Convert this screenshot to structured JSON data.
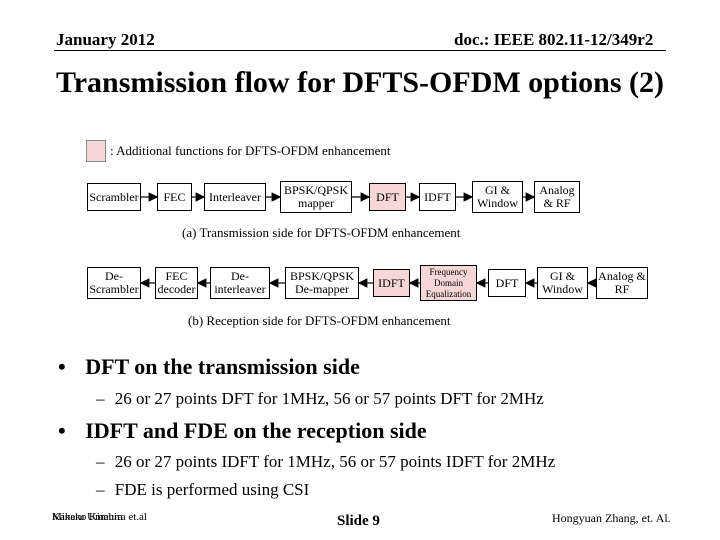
{
  "header": {
    "date": "January 2012",
    "doc": "doc.: IEEE 802.11-12/349r2"
  },
  "title": "Transmission flow for DFTS-OFDM options (2)",
  "legend": {
    "text": ": Additional functions for DFTS-OFDM enhancement",
    "color": "#f7d6d6"
  },
  "tx_chain": {
    "blocks": [
      {
        "label": "Scrambler",
        "highlight": false
      },
      {
        "label": "FEC",
        "highlight": false
      },
      {
        "label": "Interleaver",
        "highlight": false
      },
      {
        "label": "BPSK/QPSK mapper",
        "highlight": false
      },
      {
        "label": "DFT",
        "highlight": true
      },
      {
        "label": "IDFT",
        "highlight": false
      },
      {
        "label": "GI & Window",
        "highlight": false
      },
      {
        "label": "Analog & RF",
        "highlight": false
      }
    ],
    "caption": "(a) Transmission side for DFTS-OFDM enhancement"
  },
  "rx_chain": {
    "blocks": [
      {
        "label": "De-Scrambler",
        "highlight": false
      },
      {
        "label": "FEC decoder",
        "highlight": false
      },
      {
        "label": "De-interleaver",
        "highlight": false
      },
      {
        "label": "BPSK/QPSK De-mapper",
        "highlight": false
      },
      {
        "label": "IDFT",
        "highlight": true
      },
      {
        "label": "Frequency Domain Equalization",
        "highlight": true
      },
      {
        "label": "DFT",
        "highlight": false
      },
      {
        "label": "GI & Window",
        "highlight": false
      },
      {
        "label": "Analog & RF",
        "highlight": false
      }
    ],
    "caption": "(b) Reception side for DFTS-OFDM enhancement"
  },
  "bullets": [
    {
      "text": "DFT on the transmission side",
      "subs": [
        "26 or 27 points DFT for 1MHz, 56 or 57 points DFT for 2MHz"
      ]
    },
    {
      "text": "IDFT and FDE on the reception side",
      "subs": [
        "26 or 27 points IDFT for 1MHz, 56 or 57 points IDFT for 2MHz",
        "FDE is performed using CSI"
      ]
    }
  ],
  "footer": {
    "left_a": "Minako Kimura",
    "left_b": "Kakeru Umehira et.al",
    "center": "Slide 9",
    "right": "Hongyuan Zhang, et. Al."
  }
}
